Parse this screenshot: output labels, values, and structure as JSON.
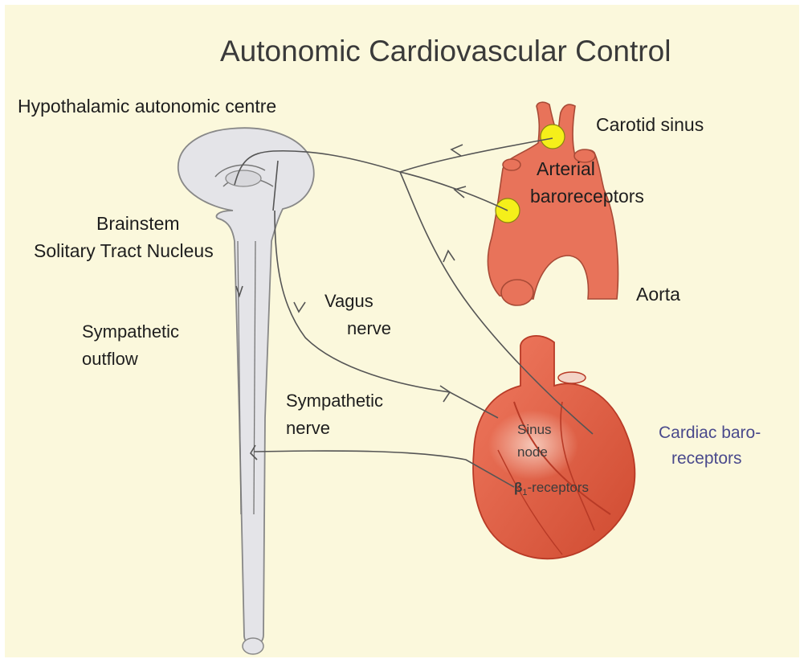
{
  "title": "Autonomic Cardiovascular Control",
  "labels": {
    "hypothalamic": "Hypothalamic autonomic centre",
    "carotid_sinus": "Carotid sinus",
    "arterial_1": "Arterial",
    "arterial_2": "baroreceptors",
    "brainstem_1": "Brainstem",
    "brainstem_2": "Solitary Tract Nucleus",
    "aorta": "Aorta",
    "vagus_1": "Vagus",
    "vagus_2": "nerve",
    "symp_outflow_1": "Sympathetic",
    "symp_outflow_2": "outflow",
    "symp_nerve_1": "Sympathetic",
    "symp_nerve_2": "nerve",
    "sinus_1": "Sinus",
    "sinus_2": "node",
    "beta_symbol": "β",
    "beta_sub": "1",
    "beta_rest": "-receptors",
    "cardiac_1": "Cardiac baro-",
    "cardiac_2": "receptors"
  },
  "colors": {
    "background": "#fbf8dc",
    "aorta": "#e8735a",
    "heart": "#e05a40",
    "heart_dark": "#b83a26",
    "baroreceptor": "#f5ef1a",
    "brain": "#e4e4e8"
  }
}
